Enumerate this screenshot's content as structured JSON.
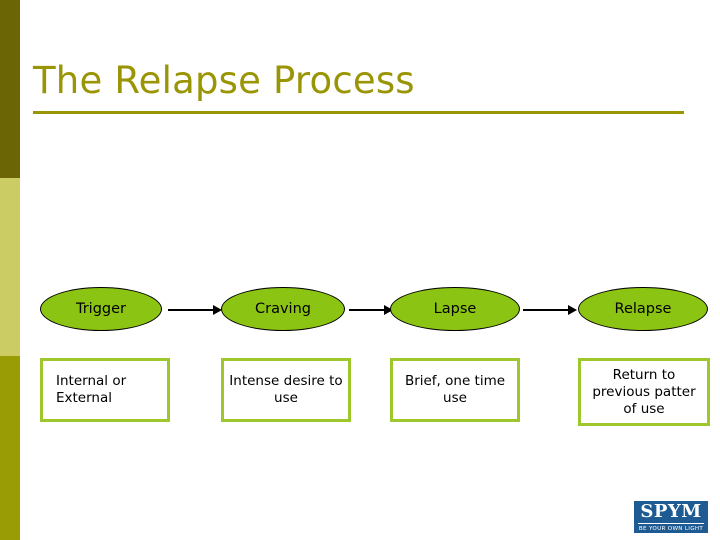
{
  "slide": {
    "title": "The Relapse Process",
    "background_color": "#ffffff"
  },
  "sidebar": {
    "bands": [
      {
        "name": "dark-olive",
        "color": "#6b6505"
      },
      {
        "name": "pale-olive",
        "color": "#cbcd64"
      },
      {
        "name": "bright-olive",
        "color": "#9a9c05"
      }
    ]
  },
  "colors": {
    "title_olive": "#9a9505",
    "ellipse_green": "#8cc413",
    "box_border_green": "#9ec72c",
    "arrow_black": "#000000",
    "logo_blue": "#1e5b93"
  },
  "chart_data": {
    "type": "diagram",
    "title": "The Relapse Process",
    "layout": "horizontal-flow",
    "stages": [
      {
        "stage": "Trigger",
        "description": "Internal or External"
      },
      {
        "stage": "Craving",
        "description": "Intense desire to use"
      },
      {
        "stage": "Lapse",
        "description": "Brief, one time use"
      },
      {
        "stage": "Relapse",
        "description": "Return to previous patter of use"
      }
    ],
    "connectors": [
      "arrow-right",
      "arrow-right",
      "arrow-right"
    ]
  },
  "diagram": {
    "nodes": [
      {
        "label": "Trigger",
        "description": "Internal or External",
        "align": "left"
      },
      {
        "label": "Craving",
        "description": "Intense desire to use",
        "align": "center"
      },
      {
        "label": "Lapse",
        "description": "Brief, one time use",
        "align": "center"
      },
      {
        "label": "Relapse",
        "description": "Return to previous patter of use",
        "align": "center"
      }
    ]
  },
  "logo": {
    "word": "SPYM",
    "tagline": "BE YOUR OWN LIGHT"
  }
}
